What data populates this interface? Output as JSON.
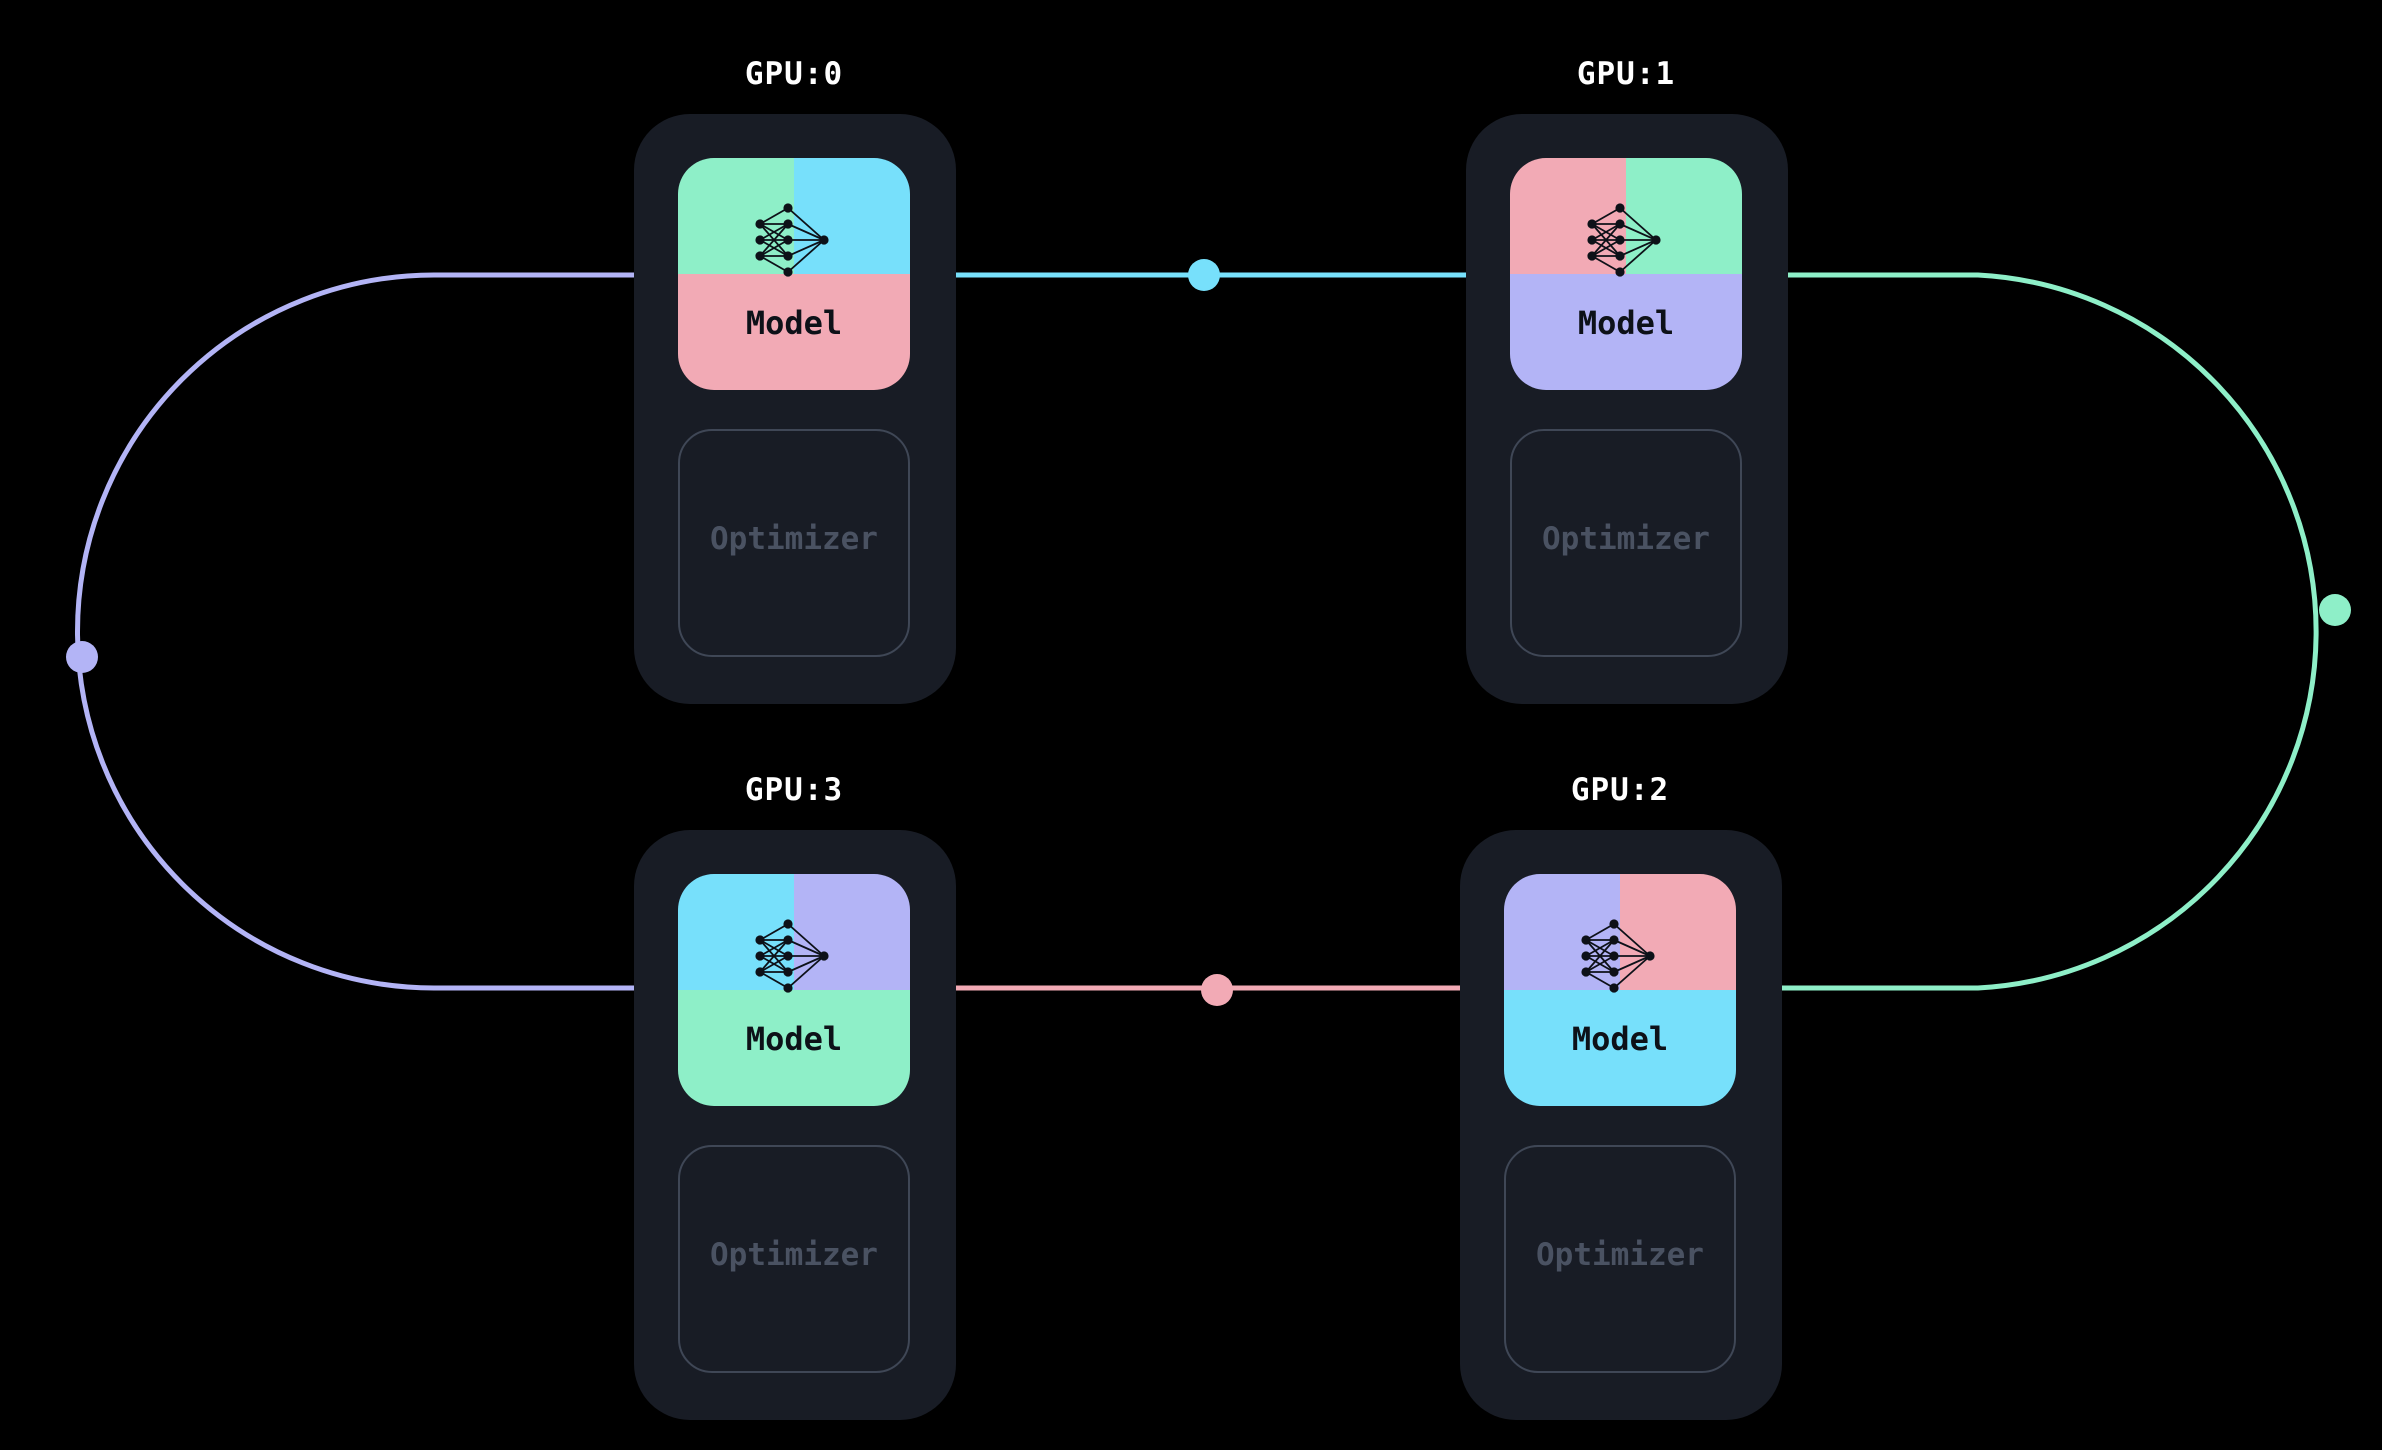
{
  "gpus": [
    {
      "label": "GPU:0",
      "model_label": "Model",
      "optimizer_label": "Optimizer",
      "colors": {
        "top_left": "#8eefc8",
        "top_right": "#77e0fb",
        "bottom": "#f2aab5"
      }
    },
    {
      "label": "GPU:1",
      "model_label": "Model",
      "optimizer_label": "Optimizer",
      "colors": {
        "top_left": "#f2aab5",
        "top_right": "#8eefc8",
        "bottom": "#b3b4f6"
      }
    },
    {
      "label": "GPU:3",
      "model_label": "Model",
      "optimizer_label": "Optimizer",
      "colors": {
        "top_left": "#77e0fb",
        "top_right": "#b3b4f6",
        "bottom": "#8eefc8"
      }
    },
    {
      "label": "GPU:2",
      "model_label": "Model",
      "optimizer_label": "Optimizer",
      "colors": {
        "top_left": "#b3b4f6",
        "top_right": "#f2aab5",
        "bottom": "#77e0fb"
      }
    }
  ],
  "ring_colors": {
    "top_link": "#77e0fb",
    "right_arc": "#8eefc8",
    "bottom_link": "#f2aab5",
    "left_arc": "#b3b4f6"
  },
  "icons": {
    "model": "neural-network-icon"
  }
}
